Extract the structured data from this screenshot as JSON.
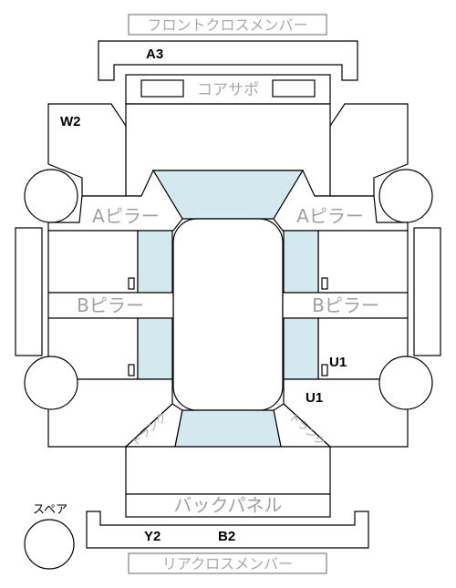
{
  "labels": {
    "front_cross_member": "フロントクロスメンバー",
    "core_support": "コアサポ",
    "a_pillar_left": "Aピラー",
    "a_pillar_right": "Aピラー",
    "b_pillar_left": "Bピラー",
    "b_pillar_right": "Bピラー",
    "trunk_left": "トランク",
    "trunk_right": "トランク",
    "back_panel": "バックパネル",
    "rear_cross_member": "リアクロスメンバー",
    "spare": "スペア"
  },
  "codes": {
    "front_cross_member": "A3",
    "left_front_fender": "W2",
    "right_center_pillar_lower": "U1",
    "right_rear_door": "U1",
    "rear_left": "Y2",
    "rear_right": "B2"
  }
}
